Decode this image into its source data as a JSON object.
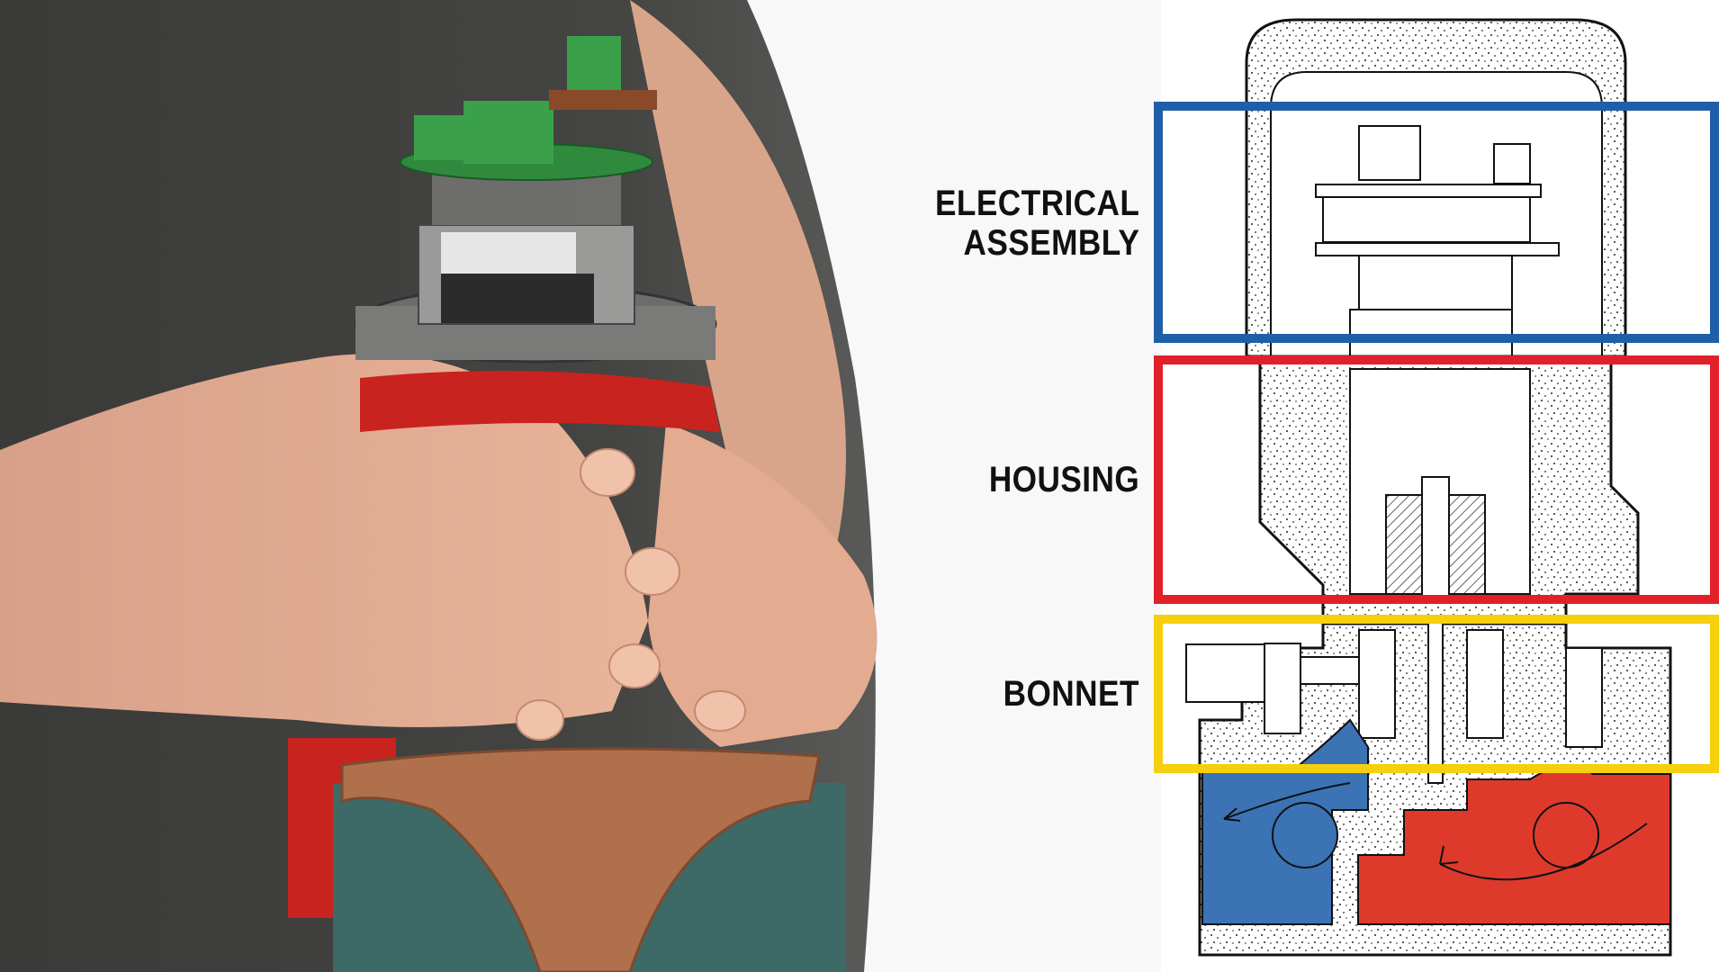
{
  "diagram": {
    "sections": [
      {
        "id": "electrical",
        "label_lines": [
          "ELECTRICAL",
          "ASSEMBLY"
        ],
        "color": "#1f5fa8"
      },
      {
        "id": "housing",
        "label_lines": [
          "HOUSING"
        ],
        "color": "#e2202a"
      },
      {
        "id": "bonnet",
        "label_lines": [
          "BONNET"
        ],
        "color": "#f6cf0d"
      }
    ],
    "flow_colors": {
      "inlet": "#3b73b5",
      "outlet": "#de3a2c"
    }
  },
  "photo": {
    "subject": "hands-holding-valve-actuator",
    "colors": {
      "shirt": "#3a3a38",
      "skin": "#e2a88c",
      "valve_red": "#c8231e",
      "vise_green": "#3d6a66",
      "bracket_bronze": "#b0704c",
      "pcb_green": "#2f8a3e"
    }
  }
}
